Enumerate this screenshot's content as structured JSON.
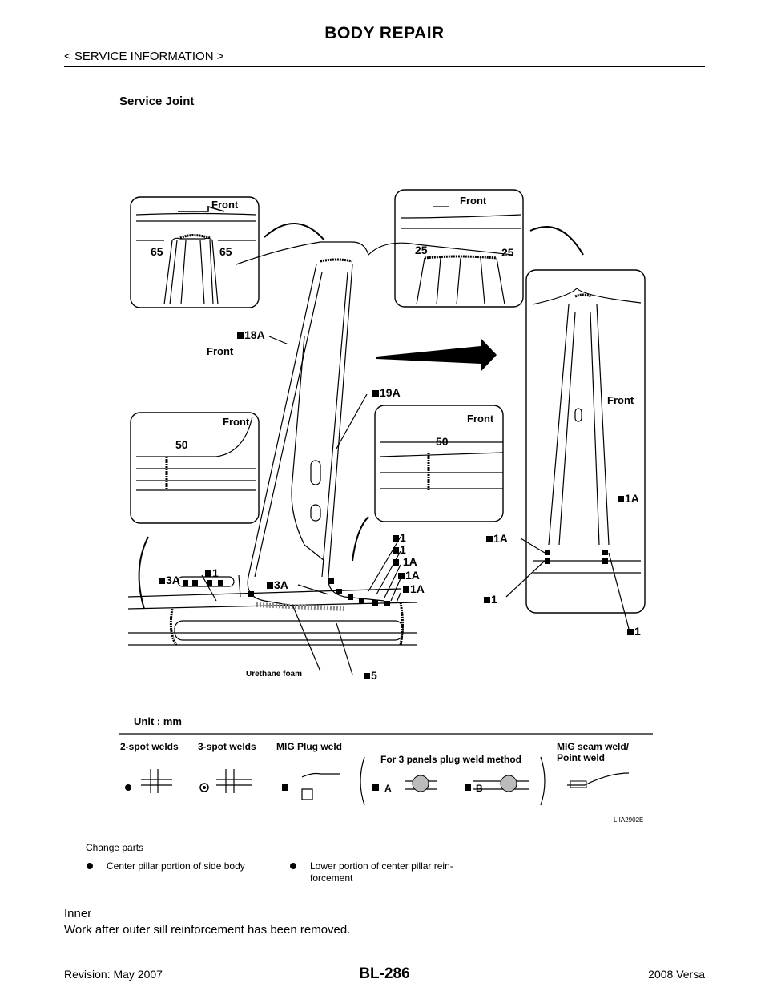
{
  "header": {
    "title": "BODY REPAIR",
    "subtitle": "< SERVICE INFORMATION >"
  },
  "figure": {
    "title": "Service Joint",
    "front_label": "Front",
    "dims": {
      "a": "65",
      "b": "65",
      "c": "25",
      "d": "25",
      "e": "50",
      "f": "50"
    },
    "labels": {
      "l18a": "18A",
      "l19a": "19A",
      "l3a_left": "3A",
      "l1_left": "1",
      "l3a_mid": "3A",
      "l1_a": "1",
      "l1_b": "1",
      "l1a_a": "1A",
      "l1a_b": "1A",
      "l1a_c": "1A",
      "l5": "5",
      "r1a_top": "1A",
      "r1a_mid": "1A",
      "r1_left": "1",
      "r1_bottom": "1"
    },
    "urethane": "Urethane foam",
    "unit": "Unit : mm",
    "figure_id": "LIIA2902E"
  },
  "legend": {
    "two_spot": "2-spot welds",
    "three_spot": "3-spot welds",
    "mig_plug": "MIG Plug weld",
    "three_panels": "For 3 panels plug weld method",
    "a": "A",
    "b": "B",
    "mig_seam_1": "MIG seam weld/",
    "mig_seam_2": "Point weld"
  },
  "change_parts": {
    "title": "Change parts",
    "item1": "Center pillar portion of side body",
    "item2_line1": "Lower portion of center pillar rein-",
    "item2_line2": "forcement"
  },
  "body": {
    "inner": "Inner",
    "note": "Work after outer sill reinforcement has been removed."
  },
  "footer": {
    "revision": "Revision: May 2007",
    "page": "BL-286",
    "model": "2008 Versa"
  }
}
